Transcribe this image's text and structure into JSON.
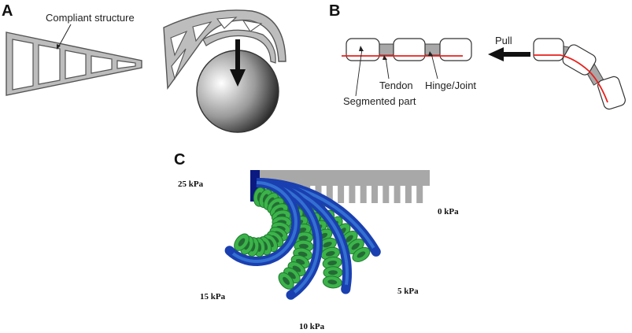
{
  "panels": {
    "a": {
      "letter": "A",
      "callout": "Compliant structure"
    },
    "b": {
      "letter": "B",
      "pull_label": "Pull",
      "tendon_label": "Tendon",
      "hinge_label": "Hinge/Joint",
      "segment_label": "Segmented part"
    },
    "c": {
      "letter": "C",
      "pressures": [
        "25 kPa",
        "0 kPa",
        "15 kPa",
        "5 kPa",
        "10 kPa"
      ]
    }
  },
  "colors": {
    "structure_fill": "#bdbdbd",
    "structure_stroke": "#555555",
    "tendon": "#e8201c",
    "fem_green": "#3cb34a",
    "fem_blue": "#1a3fb0",
    "fem_dark_blue": "#0a1a80",
    "rest_gray": "#a8a8a8"
  }
}
